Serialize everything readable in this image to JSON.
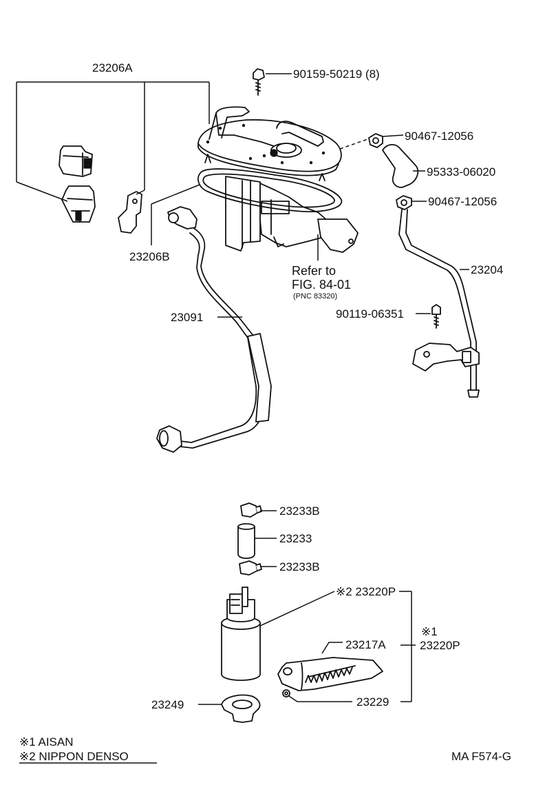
{
  "labels": {
    "p23206A": "23206A",
    "p90159": "90159-50219 (8)",
    "p90467a": "90467-12056",
    "p95333": "95333-06020",
    "p90467b": "90467-12056",
    "p23204": "23204",
    "p23206B": "23206B",
    "refer1": "Refer to",
    "refer2": "FIG. 84-01",
    "refer3": "(PNC 83320)",
    "p90119": "90119-06351",
    "p23091": "23091",
    "p23233B_top": "23233B",
    "p23233": "23233",
    "p23233B_bot": "23233B",
    "p23220P_a": "※2 23220P",
    "p23217A": "23217A",
    "mark1": "※1",
    "p23220P_b": "23220P",
    "p23249": "23249",
    "p23229": "23229"
  },
  "legend": {
    "line1": "※1  AISAN",
    "line2": "※2  NIPPON DENSO"
  },
  "figure_code": "MA F574-G"
}
